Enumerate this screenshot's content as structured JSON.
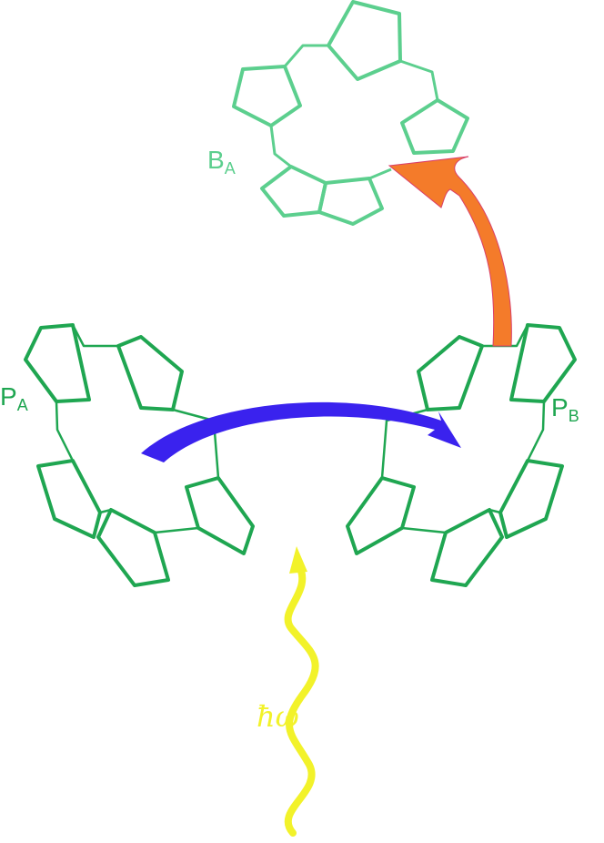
{
  "labels": {
    "ba_main": "B",
    "ba_sub": "A",
    "pa_main": "P",
    "pa_sub": "A",
    "pb_main": "P",
    "pb_sub": "B",
    "photon": "ħω"
  },
  "colors": {
    "bacteriochlorin": "#5ccf8e",
    "porphyrin": "#1fa651",
    "transfer_arrow": "#3a22ee",
    "electron_arrow": "#f47b2a",
    "photon": "#f2f22a"
  }
}
